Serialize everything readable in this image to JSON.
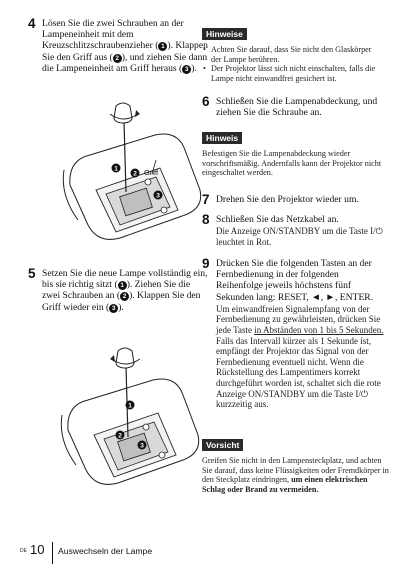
{
  "step4": {
    "num": "4",
    "t1": "Lösen Sie die zwei Schrauben an der Lampeneinheit mit dem Kreuzschlitzschraubenzieher (",
    "m1": "1",
    "t2": "). Klappen Sie den Griff aus (",
    "m2": "2",
    "t3": "), und ziehen Sie dann die Lampeneinheit am Griff heraus (",
    "m3": "3",
    "t4": ")."
  },
  "fig1": {
    "griff_label": "Griff",
    "callout1": "1",
    "callout2": "2",
    "callout3": "3"
  },
  "step5": {
    "num": "5",
    "t1": "Setzen Sie die neue Lampe vollständig ein, bis sie richtig sitzt (",
    "m1": "1",
    "t2": "). Ziehen Sie die zwei Schrauben an (",
    "m2": "2",
    "t3": "). Klappen Sie den Griff wieder ein (",
    "m3": "3",
    "t4": ")."
  },
  "fig2": {
    "callout1": "1",
    "callout2": "2",
    "callout3": "3"
  },
  "hinweise1": {
    "label": "Hinweise",
    "items": [
      "Achten Sie darauf, dass Sie nicht den Glaskörper der Lampe berühren.",
      "Der Projektor lässt sich nicht einschalten, falls die Lampe nicht einwandfrei gesichert ist."
    ]
  },
  "step6": {
    "num": "6",
    "text": "Schließen Sie die Lampenabdeckung, und ziehen Sie die Schraube an."
  },
  "hinweis2": {
    "label": "Hinweis",
    "text": "Befestigen Sie die Lampenabdeckung wieder vorschriftsmäßig. Andernfalls kann der Projektor nicht eingeschaltet werden."
  },
  "step7": {
    "num": "7",
    "text": "Drehen Sie den Projektor wieder um."
  },
  "step8": {
    "num": "8",
    "text": "Schließen Sie das Netzkabel an.",
    "sub": "Die Anzeige ON/STANDBY um die Taste I/⏻ leuchtet in Rot."
  },
  "step9": {
    "num": "9",
    "text": "Drücken Sie die folgenden Tasten an der Fernbedienung in der folgenden Reihenfolge jeweils höchstens fünf Sekunden lang: RESET, ◄, ►, ENTER.",
    "sub_a": "Um einwandfreien Signalempfang von der Fernbedienung zu gewährleisten, drücken Sie jede Taste ",
    "sub_u": "in Abständen von 1 bis 5 Sekunden.",
    "sub_b": " Falls das Intervall kürzer als 1 Sekunde ist, empfängt der Projektor das Signal von der Fernbedienung eventuell nicht. Wenn die Rückstellung des Lampentimers korrekt durchgeführt worden ist, schaltet sich die rote Anzeige ON/STANDBY um die Taste I/⏻ kurzzeitig aus."
  },
  "vorsicht": {
    "label": "Vorsicht",
    "text": "Greifen Sie nicht in den Lampensteckplatz, und achten Sie darauf, dass keine Flüssigkeiten oder Fremdkörper in den Steckplatz eindringen, ",
    "bold": "um einen elektrischen Schlag oder Brand zu vermeiden."
  },
  "footer": {
    "lang": "DE",
    "page": "10",
    "section": "Auswechseln der Lampe"
  }
}
